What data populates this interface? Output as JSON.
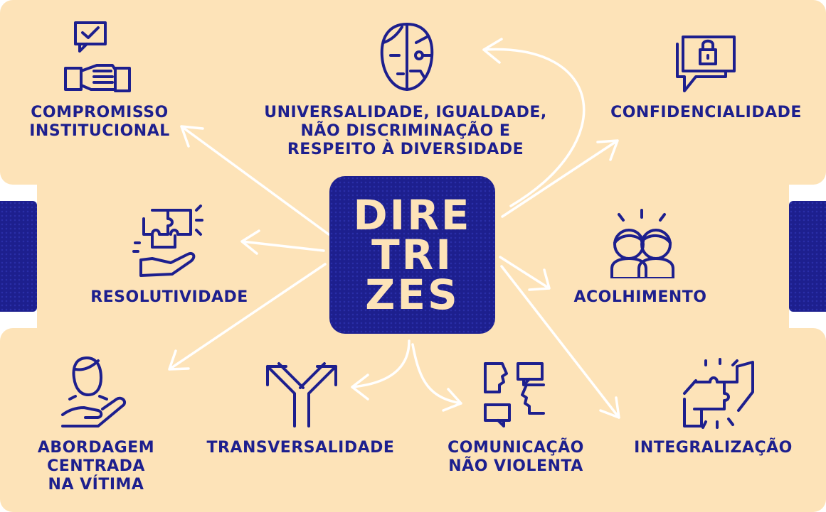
{
  "colors": {
    "navy": "#1d1f8e",
    "cream": "#fde3b8",
    "white": "#ffffff"
  },
  "center": {
    "line1": "DIRE",
    "line2": "TRI",
    "line3": "ZES"
  },
  "nodes": {
    "compromisso": {
      "l1": "COMPROMISSO",
      "l2": "INSTITUCIONAL",
      "icon": "handshake-chat-check-icon"
    },
    "universalidade": {
      "l1": "UNIVERSALIDADE, IGUALDADE,",
      "l2": "NÃO DISCRIMINAÇÃO E",
      "l3": "RESPEITO À DIVERSIDADE",
      "icon": "half-face-icon"
    },
    "confidencialidade": {
      "l1": "CONFIDENCIALIDADE",
      "icon": "chat-lock-icon"
    },
    "resolutividade": {
      "l1": "RESOLUTIVIDADE",
      "icon": "puzzle-hand-icon"
    },
    "acolhimento": {
      "l1": "ACOLHIMENTO",
      "icon": "two-people-icon"
    },
    "abordagem": {
      "l1": "ABORDAGEM",
      "l2": "CENTRADA",
      "l3": "NA VÍTIMA",
      "icon": "person-in-hand-icon"
    },
    "transversalidade": {
      "l1": "TRANSVERSALIDADE",
      "icon": "split-arrows-icon"
    },
    "comunicacao": {
      "l1": "COMUNICAÇÃO",
      "l2": "NÃO VIOLENTA",
      "icon": "faces-talking-icon"
    },
    "integralizacao": {
      "l1": "INTEGRALIZAÇÃO",
      "icon": "hands-puzzle-icon"
    }
  }
}
